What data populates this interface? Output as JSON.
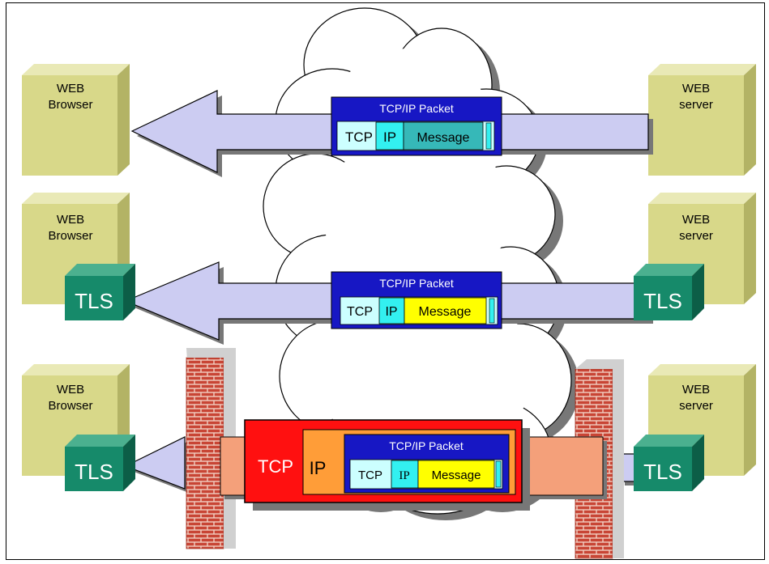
{
  "colors": {
    "box_front": "#d8d889",
    "box_top": "#e9e9b6",
    "box_side": "#b3b365",
    "tls_front": "#168a6a",
    "tls_top": "#4bb08f",
    "tls_side": "#0c5e47",
    "arrow_fill": "#ccccf2",
    "packet_blue": "#1717c4",
    "header_fill": "#ccffff",
    "ip_fill": "#33f0f0",
    "message_plain": "#36b8b8",
    "message_secure": "#ffff00",
    "tunnel_red": "#ff1010",
    "tunnel_orange": "#ff9d38",
    "tunnel_tube": "#f4a07a",
    "brick": "#c84535",
    "mortar": "#f2cfc2",
    "wall_shadow": "#d0d0d0"
  },
  "rows": [
    {
      "browser": {
        "line1": "WEB",
        "line2": "Browser"
      },
      "server": {
        "line1": "WEB",
        "line2": "server"
      },
      "packet": {
        "title": "TCP/IP Packet",
        "tcp": "TCP",
        "ip": "IP",
        "message": "Message"
      }
    },
    {
      "browser": {
        "line1": "WEB",
        "line2": "Browser"
      },
      "server": {
        "line1": "WEB",
        "line2": "server"
      },
      "tls_left": "TLS",
      "tls_right": "TLS",
      "packet": {
        "title": "TCP/IP Packet",
        "tcp": "TCP",
        "ip": "IP",
        "message": "Message"
      }
    },
    {
      "browser": {
        "line1": "WEB",
        "line2": "Browser"
      },
      "server": {
        "line1": "WEB",
        "line2": "server"
      },
      "tls_left": "TLS",
      "tls_right": "TLS",
      "tunnel": {
        "tcp": "TCP",
        "ip": "IP"
      },
      "packet": {
        "title": "TCP/IP Packet",
        "tcp": "TCP",
        "ip": "IP",
        "message": "Message"
      }
    }
  ]
}
